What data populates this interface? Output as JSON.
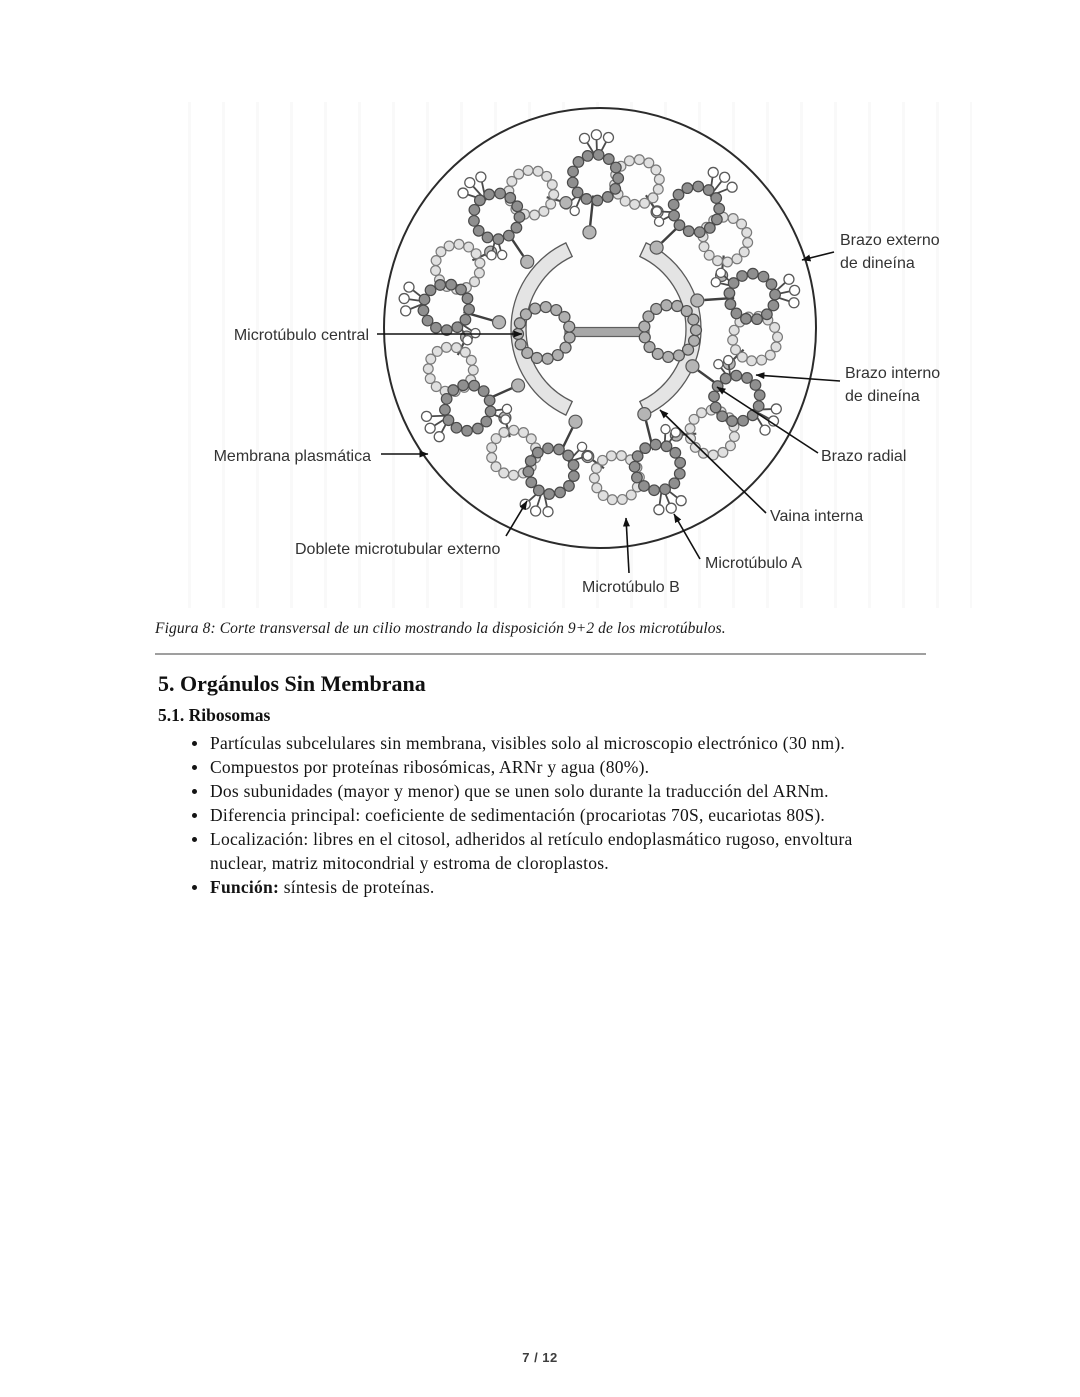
{
  "figure": {
    "caption": "Figura 8: Corte transversal de un cilio mostrando la disposición 9+2 de los microtúbulos.",
    "labels": {
      "brazo_externo": [
        "Brazo externo",
        "de dineína"
      ],
      "microtubulo_central": [
        "Microtúbulo central"
      ],
      "brazo_interno": [
        "Brazo interno",
        "de dineína"
      ],
      "membrana_plasmatica": [
        "Membrana plasmática"
      ],
      "brazo_radial": [
        "Brazo radial"
      ],
      "vaina_interna": [
        "Vaina interna"
      ],
      "doblete_externo": [
        "Doblete microtubular externo"
      ],
      "microtubulo_a": [
        "Microtúbulo A"
      ],
      "microtubulo_b": [
        "Microtúbulo B"
      ]
    },
    "colors": {
      "outline": "#2b2b2b",
      "bead_dark": "#8f8f8f",
      "bead_light": "#e0e0e0",
      "bead_white": "#ffffff",
      "knob": "#b5b5b5",
      "central_bead": "#b0b0b0",
      "sheath": "#e4e4e4",
      "label_text": "#333333"
    }
  },
  "section": {
    "title": "5. Orgánulos Sin Membrana",
    "subsection": "5.1. Ribosomas",
    "bullets": [
      {
        "lead": "",
        "text": "Partículas subcelulares sin membrana, visibles solo al microscopio electrónico (30 nm)."
      },
      {
        "lead": "",
        "text": "Compuestos por proteínas ribosómicas, ARNr y agua (80%)."
      },
      {
        "lead": "",
        "text": "Dos subunidades (mayor y menor) que se unen solo durante la traducción del ARNm."
      },
      {
        "lead": "",
        "text": "Diferencia principal: coeficiente de sedimentación (procariotas 70S, eucariotas 80S)."
      },
      {
        "lead": "",
        "text": "Localización: libres en el citosol, adheridos al retículo endoplasmático rugoso, envoltura nuclear, matriz mitocondrial y estroma de cloroplastos."
      },
      {
        "lead": "Función:",
        "text": " síntesis de proteínas."
      }
    ]
  },
  "footer": {
    "page_indicator": "7 / 12"
  }
}
